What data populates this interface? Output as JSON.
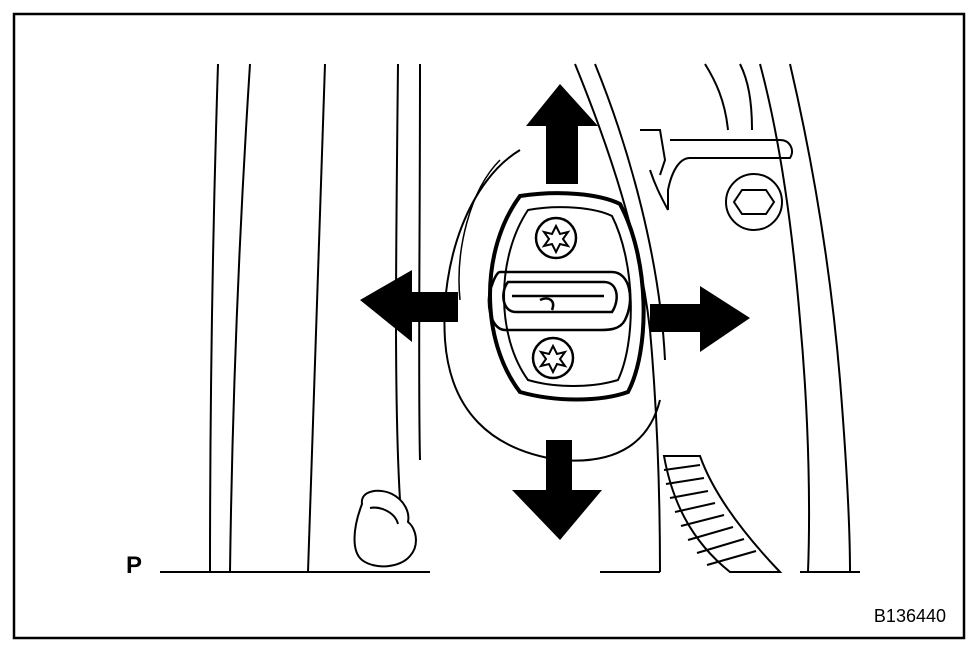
{
  "illustration": {
    "view_label": "P",
    "figure_code": "B136440",
    "arrows": [
      "arrow-up",
      "arrow-down",
      "arrow-left",
      "arrow-right"
    ],
    "colors": {
      "line": "#000000",
      "background": "#ffffff"
    }
  }
}
